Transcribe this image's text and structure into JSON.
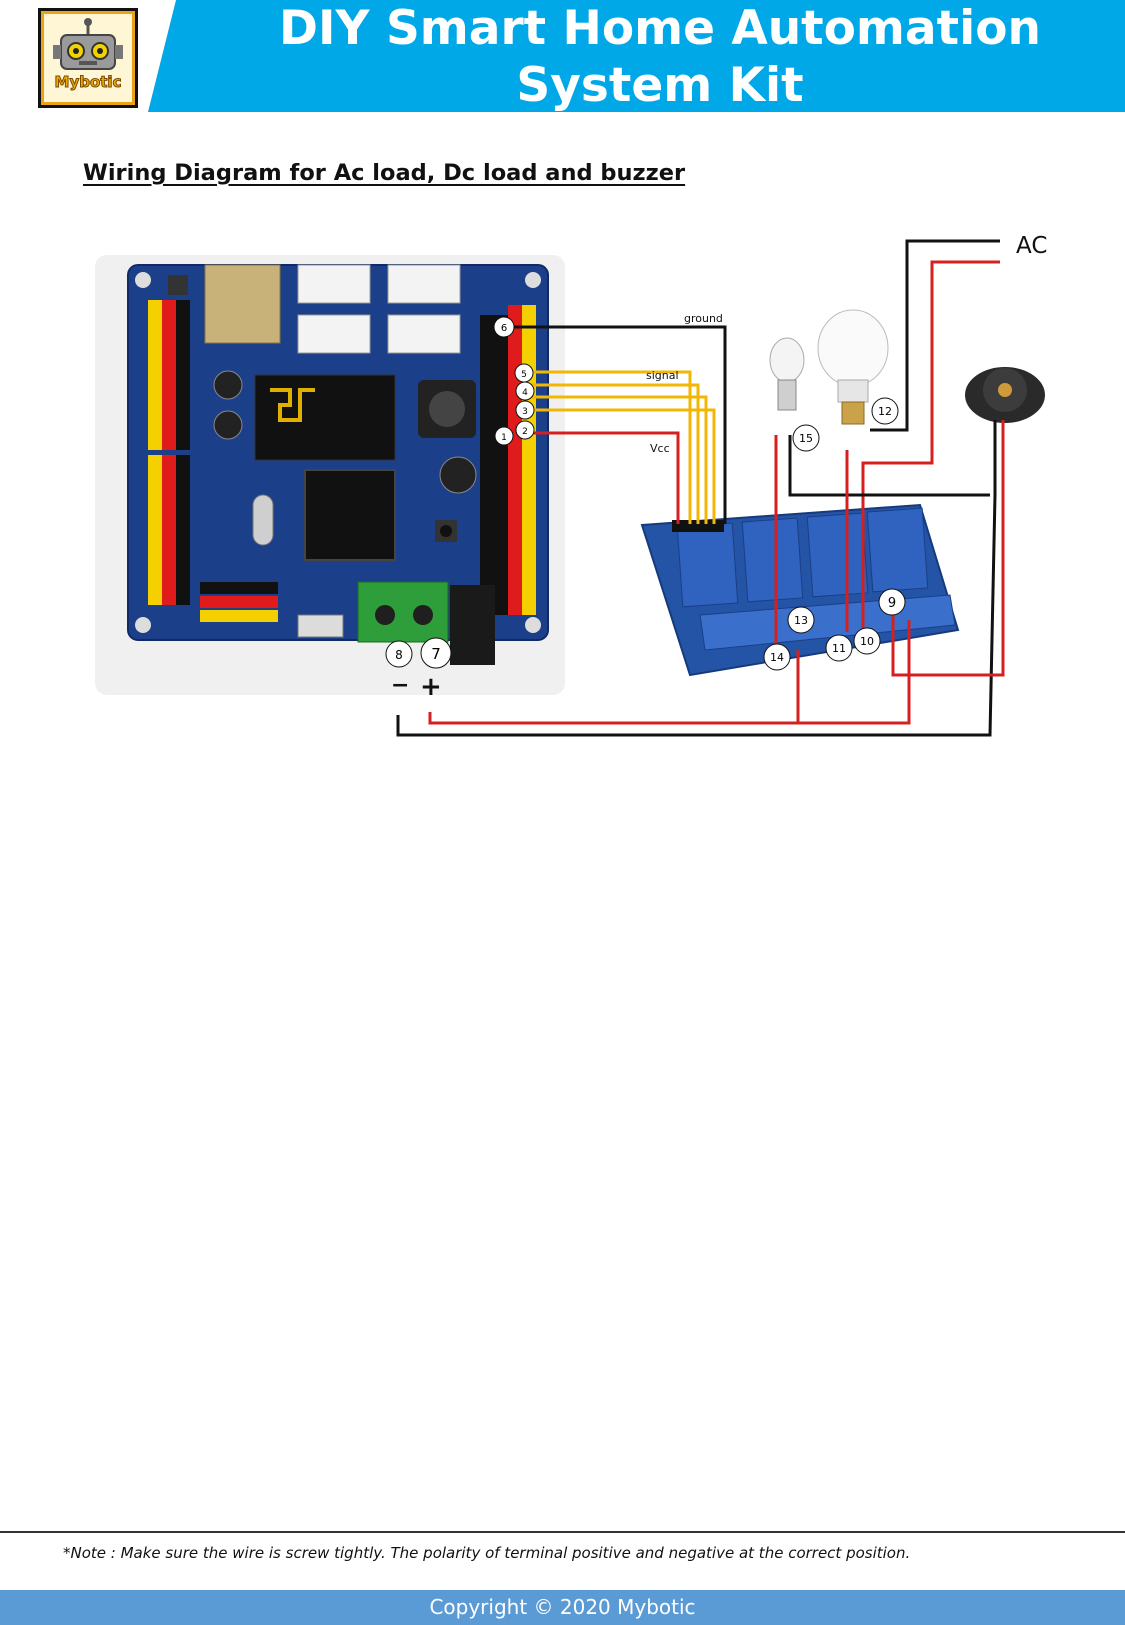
{
  "header": {
    "logo_text": "Mybotic",
    "title_line1": "DIY Smart Home Automation",
    "title_line2": "System Kit",
    "band_color": "#00a8e8"
  },
  "section": {
    "title": "Wiring Diagram for Ac load, Dc load and buzzer"
  },
  "diagram": {
    "labels": {
      "ac": "AC",
      "ground": "ground",
      "signal": "signal",
      "vcc": "Vcc",
      "minus": "−",
      "plus": "+"
    },
    "markers": [
      "1",
      "2",
      "3",
      "4",
      "5",
      "6",
      "7",
      "8",
      "9",
      "10",
      "11",
      "12",
      "13",
      "14",
      "15"
    ],
    "colors": {
      "red_wire": "#d62020",
      "black_wire": "#111111",
      "yellow_wire": "#f2b705",
      "board_blue": "#1c3f8a",
      "relay_blue": "#2454a6"
    }
  },
  "footer": {
    "note": "*Note : Make sure the wire is screw tightly. The polarity of terminal positive and negative at the correct position.",
    "copyright": "Copyright © 2020 Mybotic"
  }
}
